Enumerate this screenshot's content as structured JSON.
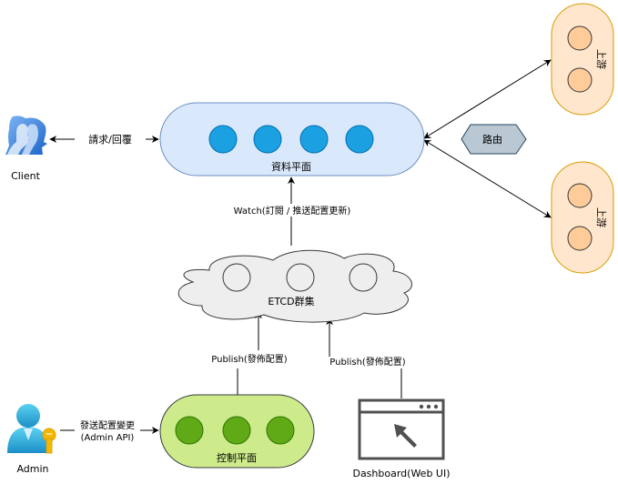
{
  "title": "API Gateway Architecture",
  "nodes": {
    "client": {
      "label": "Client",
      "icon": "users-icon"
    },
    "admin": {
      "label": "Admin",
      "icon": "admin-key-icon"
    },
    "data_plane": {
      "label": "資料平面",
      "instances": 4,
      "fill": "#dae8fc",
      "stroke": "#6c8ebf",
      "instance_fill": "#1ba1e2"
    },
    "control_plane": {
      "label": "控制平面",
      "instances": 3,
      "fill": "#cdeb8b",
      "stroke": "#36393d",
      "instance_fill": "#60a917"
    },
    "etcd": {
      "label": "ETCD群集",
      "instances": 3,
      "fill": "#eeeeee",
      "stroke": "#36393d"
    },
    "upstream_1": {
      "label": "上游",
      "instances": 2,
      "fill": "#ffe6cc",
      "stroke": "#d79b00",
      "instance_fill": "#ffcc99"
    },
    "upstream_2": {
      "label": "上游",
      "instances": 2,
      "fill": "#ffe6cc",
      "stroke": "#d79b00",
      "instance_fill": "#ffcc99"
    },
    "router": {
      "label": "路由",
      "fill": "#bac8d3",
      "stroke": "#23445d"
    },
    "dashboard": {
      "label": "Dashboard(Web UI)",
      "icon": "browser-window-icon"
    }
  },
  "edges": {
    "client_dataplane": "請求/回覆",
    "etcd_dataplane": "Watch(訂閱 / 推送配置更新)",
    "control_etcd": "Publish(發佈配置)",
    "dashboard_etcd": "Publish(發佈配置)",
    "admin_control_line1": "發送配置變更",
    "admin_control_line2": "(Admin API)"
  }
}
